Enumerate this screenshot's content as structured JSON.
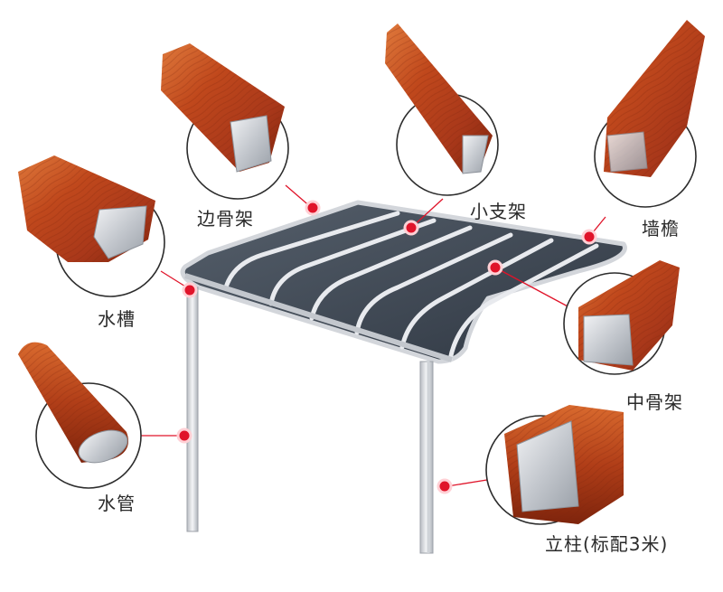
{
  "labels": {
    "side_frame": "边骨架",
    "small_bracket": "小支架",
    "eave": "墙檐",
    "gutter": "水槽",
    "middle_frame": "中骨架",
    "water_pipe": "水管",
    "post": "立柱(标配3米)"
  },
  "colors": {
    "wood_dark": "#8e2c0e",
    "wood_mid": "#c0481c",
    "wood_light": "#e07a3c",
    "aluminum": "#c9ccd2",
    "roof_panel": "#3b4450",
    "frame": "#d6d9de",
    "marker_red": "#e0142a"
  }
}
